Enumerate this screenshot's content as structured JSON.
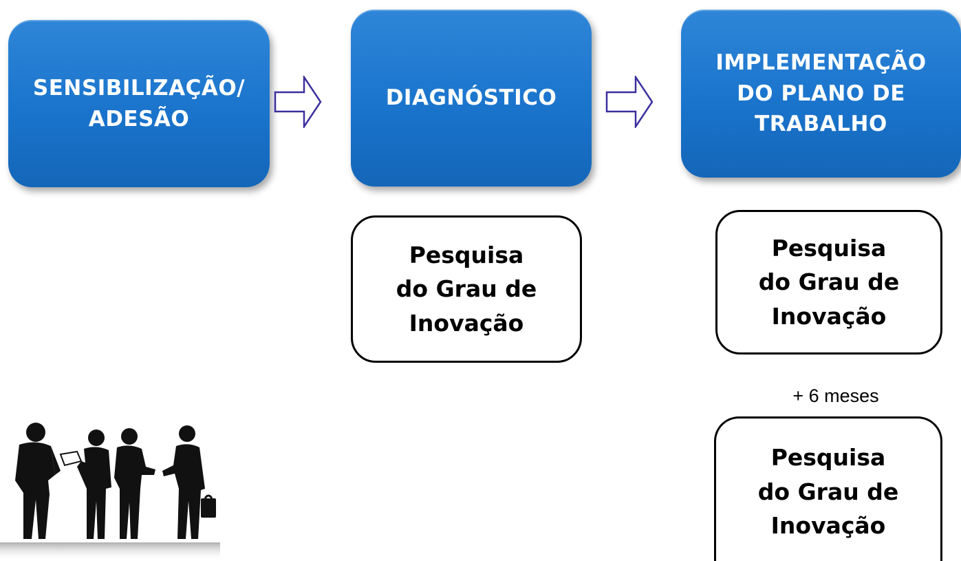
{
  "steps": [
    {
      "label": "SENSIBILIZAÇÃO/\nADESÃO"
    },
    {
      "label": "DIAGNÓSTICO"
    },
    {
      "label": "IMPLEMENTAÇÃO\nDO PLANO DE\nTRABALHO"
    }
  ],
  "surveys": [
    {
      "label": "Pesquisa\ndo Grau de\nInovação"
    },
    {
      "label": "Pesquisa\ndo Grau de\nInovação"
    },
    {
      "label": "Pesquisa\ndo Grau de\nInovação"
    }
  ],
  "interval_label": "+ 6 meses",
  "colors": {
    "step_fill": "#1a74cc",
    "arrow_stroke": "#3a2f9e",
    "text_on_step": "#ffffff"
  },
  "icons": {
    "arrow": "right-arrow-outline-icon",
    "illustration": "business-people-silhouette"
  }
}
